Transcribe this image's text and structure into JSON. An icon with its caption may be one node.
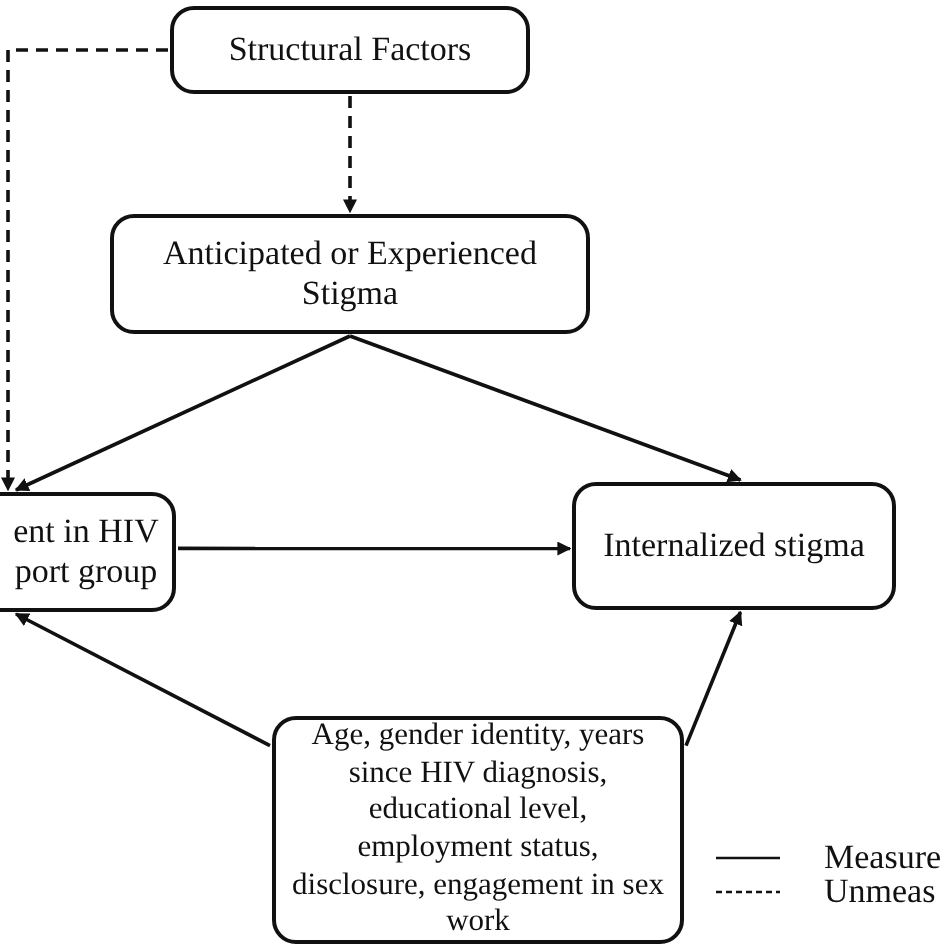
{
  "diagram": {
    "nodes": [
      {
        "text": [
          "Structural Factors"
        ]
      },
      {
        "text": [
          "Anticipated or Experienced Stigma"
        ]
      },
      {
        "text": [
          "ent in HIV port group"
        ]
      },
      {
        "text": [
          "Internalized stigma"
        ]
      },
      {
        "text": [
          "Age, gender identity, years since HIV diagnosis, educational level, employment status, disclosure, engagement in sex work"
        ]
      }
    ],
    "edges": [
      {
        "from": 0,
        "to": 1,
        "arrow": "to",
        "style": "dashed"
      },
      {
        "from": 0,
        "to": 2,
        "arrow": "to",
        "style": "dashed"
      },
      {
        "from": 1,
        "to": 2,
        "arrow": "to"
      },
      {
        "from": 1,
        "to": 3,
        "arrow": "to"
      },
      {
        "from": 2,
        "to": 3,
        "arrow": "to"
      },
      {
        "from": 4,
        "to": 2,
        "arrow": "to"
      },
      {
        "from": 4,
        "to": 3,
        "arrow": "to"
      }
    ],
    "legend": [
      {
        "text": "Measure"
      },
      {
        "text": "Unmeas"
      }
    ]
  }
}
